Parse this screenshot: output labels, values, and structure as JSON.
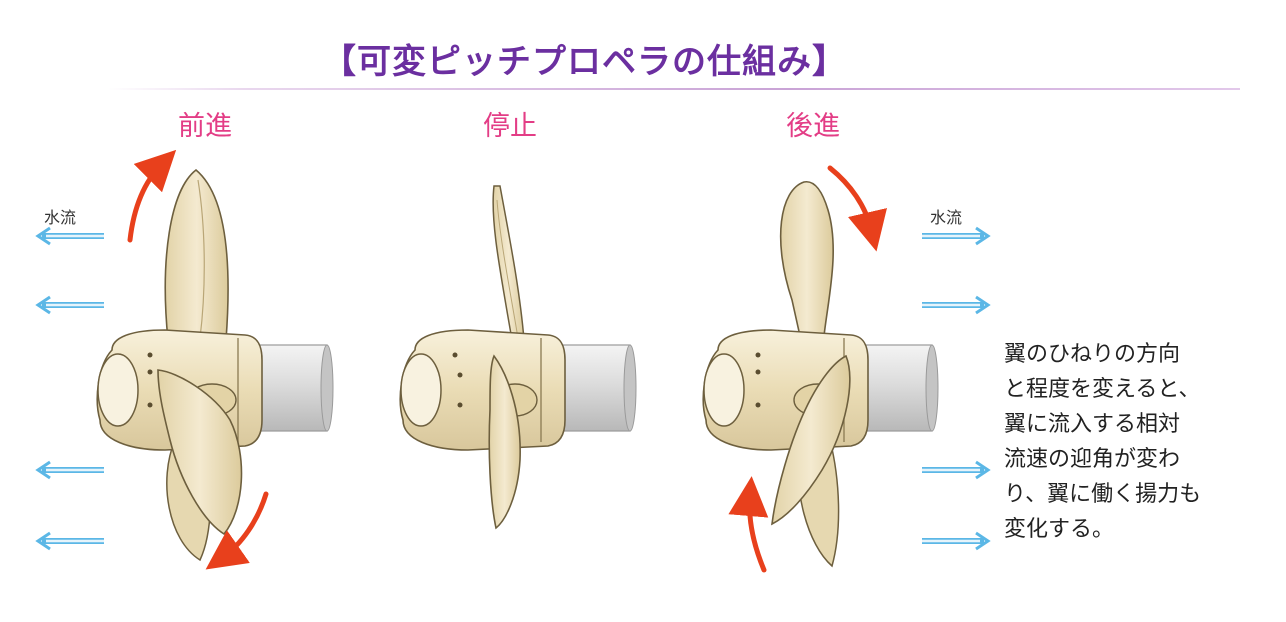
{
  "title": "【可変ピッチプロペラの仕組み】",
  "states": {
    "forward": "前進",
    "stop": "停止",
    "reverse": "後進"
  },
  "water_flow_label": "水流",
  "explanation_lines": [
    "翼のひねりの方向",
    "と程度を変えると、",
    "翼に流入する相対",
    "流速の迎角が変わ",
    "り、翼に働く揚力も",
    "変化する。"
  ],
  "colors": {
    "title": "#6b2fa0",
    "state_label": "#e33d86",
    "flow_arrow": "#5bb7e6",
    "rotation_arrow": "#e8401c",
    "blade": "#efe3c0"
  }
}
